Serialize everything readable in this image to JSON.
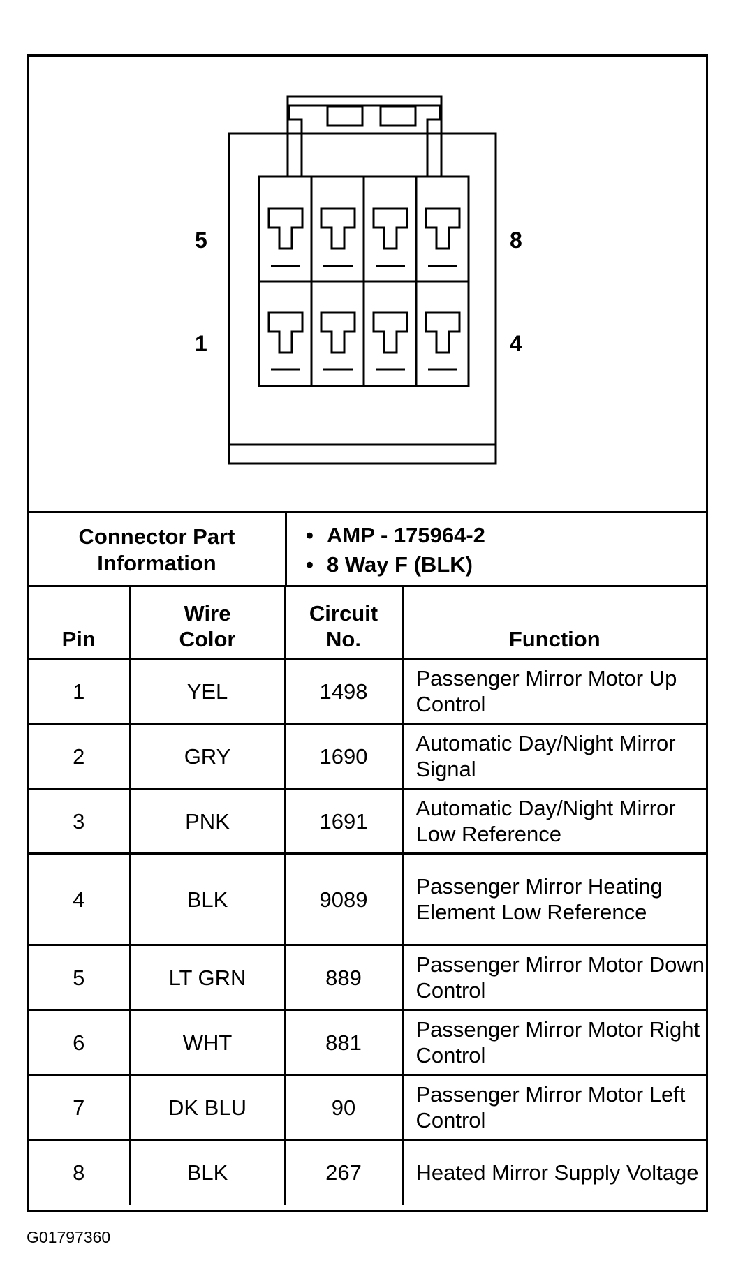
{
  "diagram": {
    "pin_labels": {
      "top_left": "5",
      "top_right": "8",
      "bottom_left": "1",
      "bottom_right": "4"
    }
  },
  "connector_info": {
    "label": "Connector Part Information",
    "items": [
      "AMP - 175964-2",
      "8 Way F (BLK)"
    ]
  },
  "table": {
    "headers": {
      "pin": "Pin",
      "wire_color": "Wire Color",
      "circuit_no": "Circuit No.",
      "function": "Function"
    },
    "rows": [
      {
        "pin": "1",
        "wire_color": "YEL",
        "circuit_no": "1498",
        "function": "Passenger Mirror Motor Up Control"
      },
      {
        "pin": "2",
        "wire_color": "GRY",
        "circuit_no": "1690",
        "function": "Automatic Day/Night Mirror Signal"
      },
      {
        "pin": "3",
        "wire_color": "PNK",
        "circuit_no": "1691",
        "function": "Automatic Day/Night Mirror Low Reference"
      },
      {
        "pin": "4",
        "wire_color": "BLK",
        "circuit_no": "9089",
        "function": "Passenger Mirror Heating Element Low Reference"
      },
      {
        "pin": "5",
        "wire_color": "LT GRN",
        "circuit_no": "889",
        "function": "Passenger Mirror Motor Down Control"
      },
      {
        "pin": "6",
        "wire_color": "WHT",
        "circuit_no": "881",
        "function": "Passenger Mirror Motor Right Control"
      },
      {
        "pin": "7",
        "wire_color": "DK BLU",
        "circuit_no": "90",
        "function": "Passenger Mirror Motor Left Control"
      },
      {
        "pin": "8",
        "wire_color": "BLK",
        "circuit_no": "267",
        "function": "Heated Mirror Supply Voltage"
      }
    ]
  },
  "figure_id": "G01797360"
}
